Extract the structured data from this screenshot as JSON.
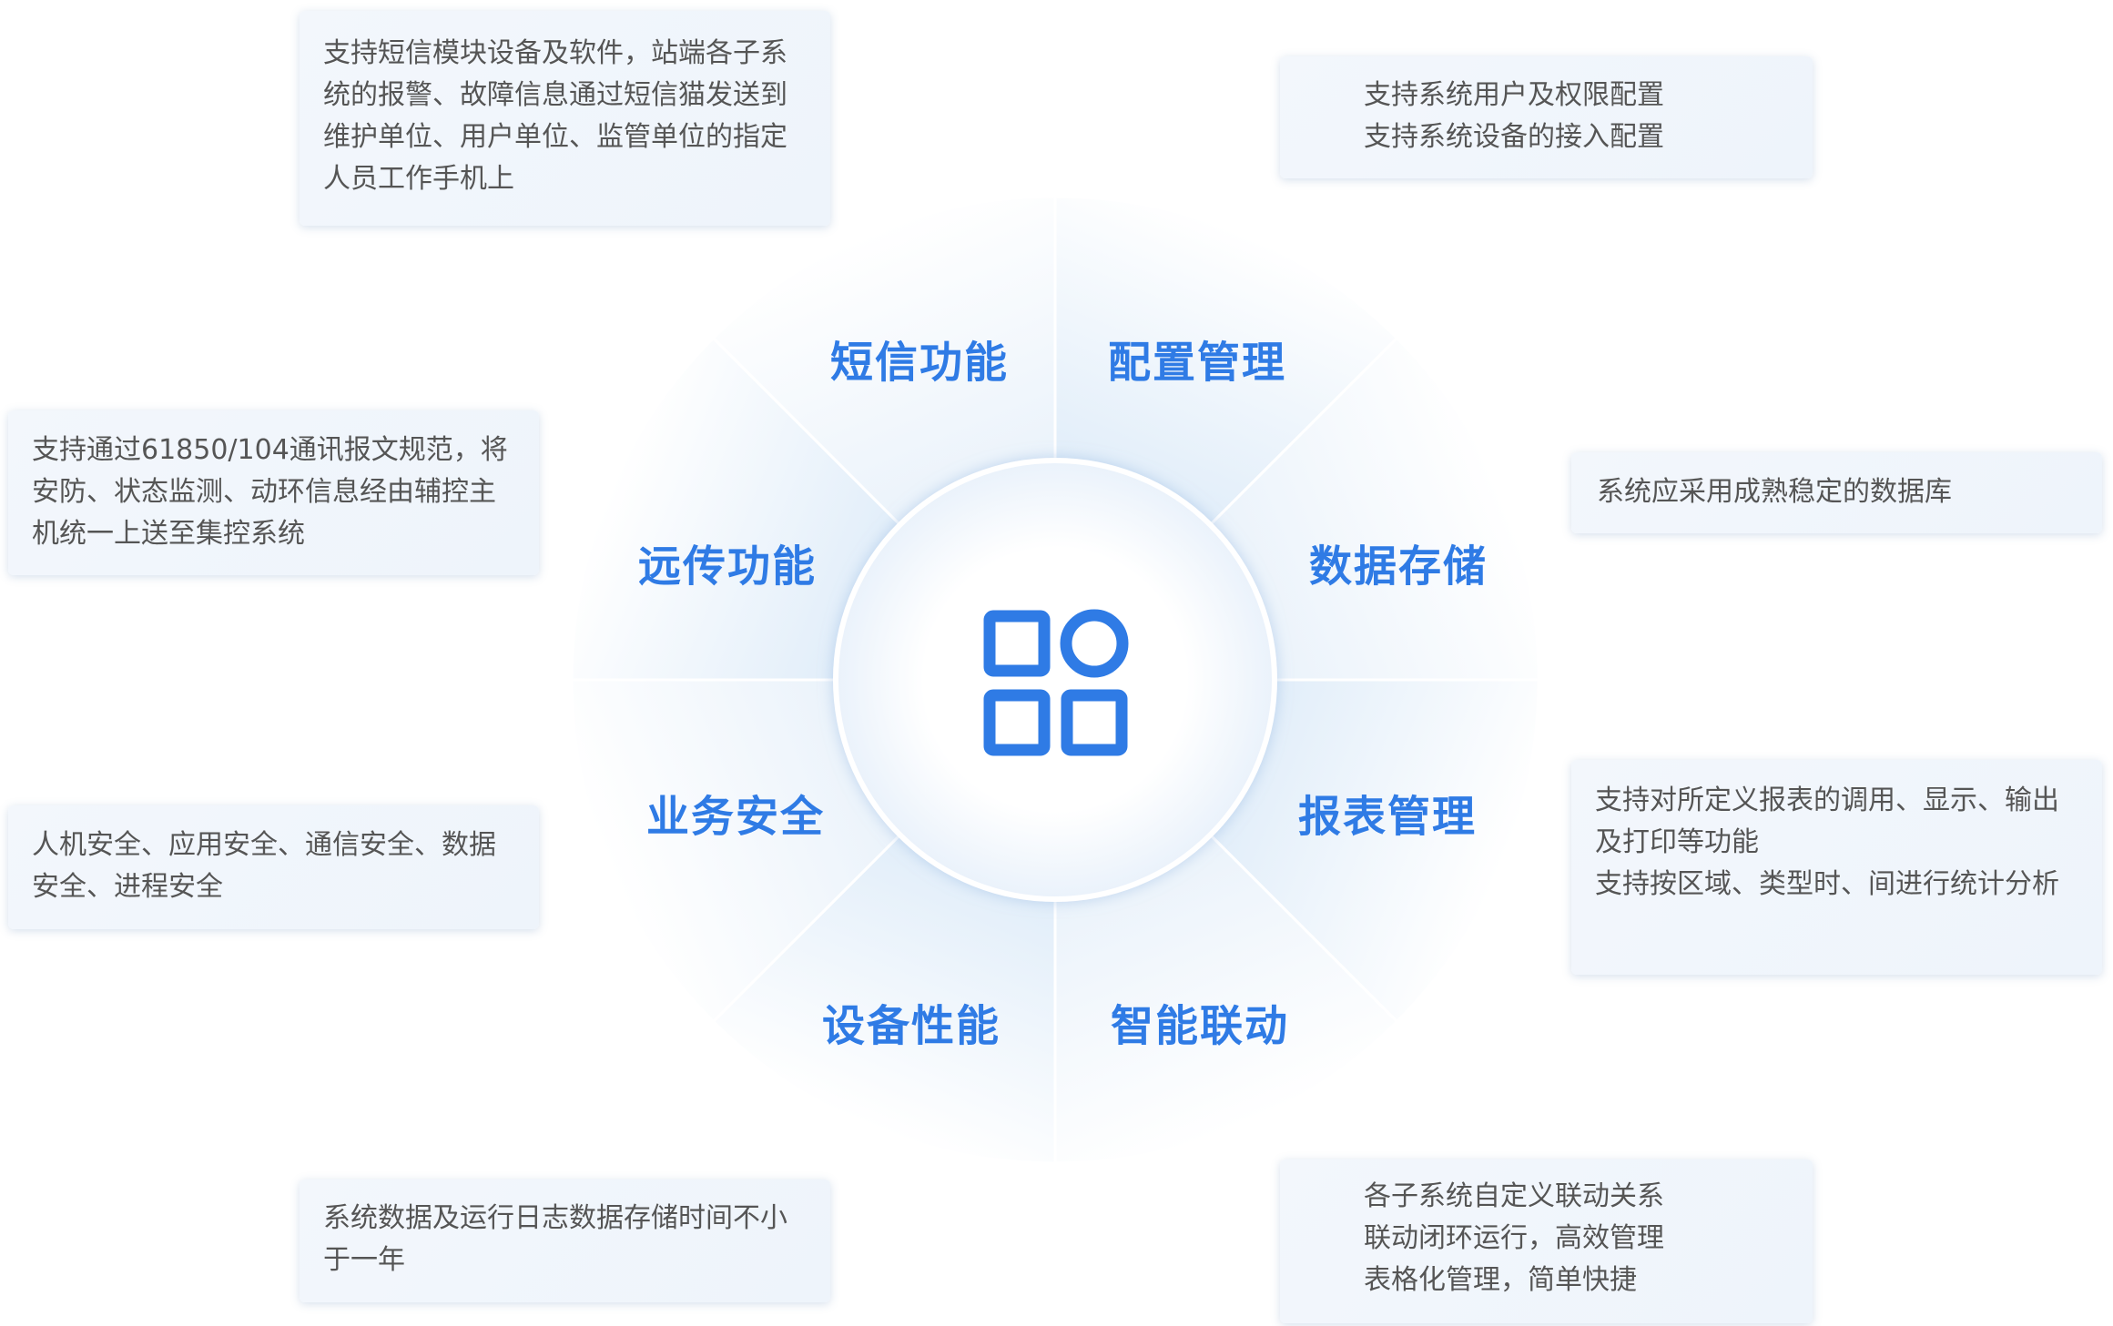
{
  "accent_color": "#2f7be5",
  "center_icon": "app-grid-icon",
  "segments": [
    {
      "label": "短信功能",
      "desc": [
        "支持短信模块设备及软件，站端各子系统的报警、故障信息通过短信猫发送到维护单位、用户单位、监管单位的指定人员工作手机上"
      ]
    },
    {
      "label": "配置管理",
      "desc": [
        "支持系统用户及权限配置",
        "支持系统设备的接入配置"
      ]
    },
    {
      "label": "数据存储",
      "desc": [
        "系统应采用成熟稳定的数据库"
      ]
    },
    {
      "label": "报表管理",
      "desc": [
        "支持对所定义报表的调用、显示、输出及打印等功能",
        "支持按区域、类型时、间进行统计分析"
      ]
    },
    {
      "label": "智能联动",
      "desc": [
        "各子系统自定义联动关系",
        "联动闭环运行，高效管理",
        "表格化管理，简单快捷"
      ]
    },
    {
      "label": "设备性能",
      "desc": [
        "系统数据及运行日志数据存储时间不小于一年"
      ]
    },
    {
      "label": "业务安全",
      "desc": [
        "人机安全、应用安全、通信安全、数据安全、进程安全"
      ]
    },
    {
      "label": "远传功能",
      "desc": [
        "支持通过61850/104通讯报文规范，将安防、状态监测、动环信息经由辅控主机统一上送至集控系统"
      ]
    }
  ]
}
